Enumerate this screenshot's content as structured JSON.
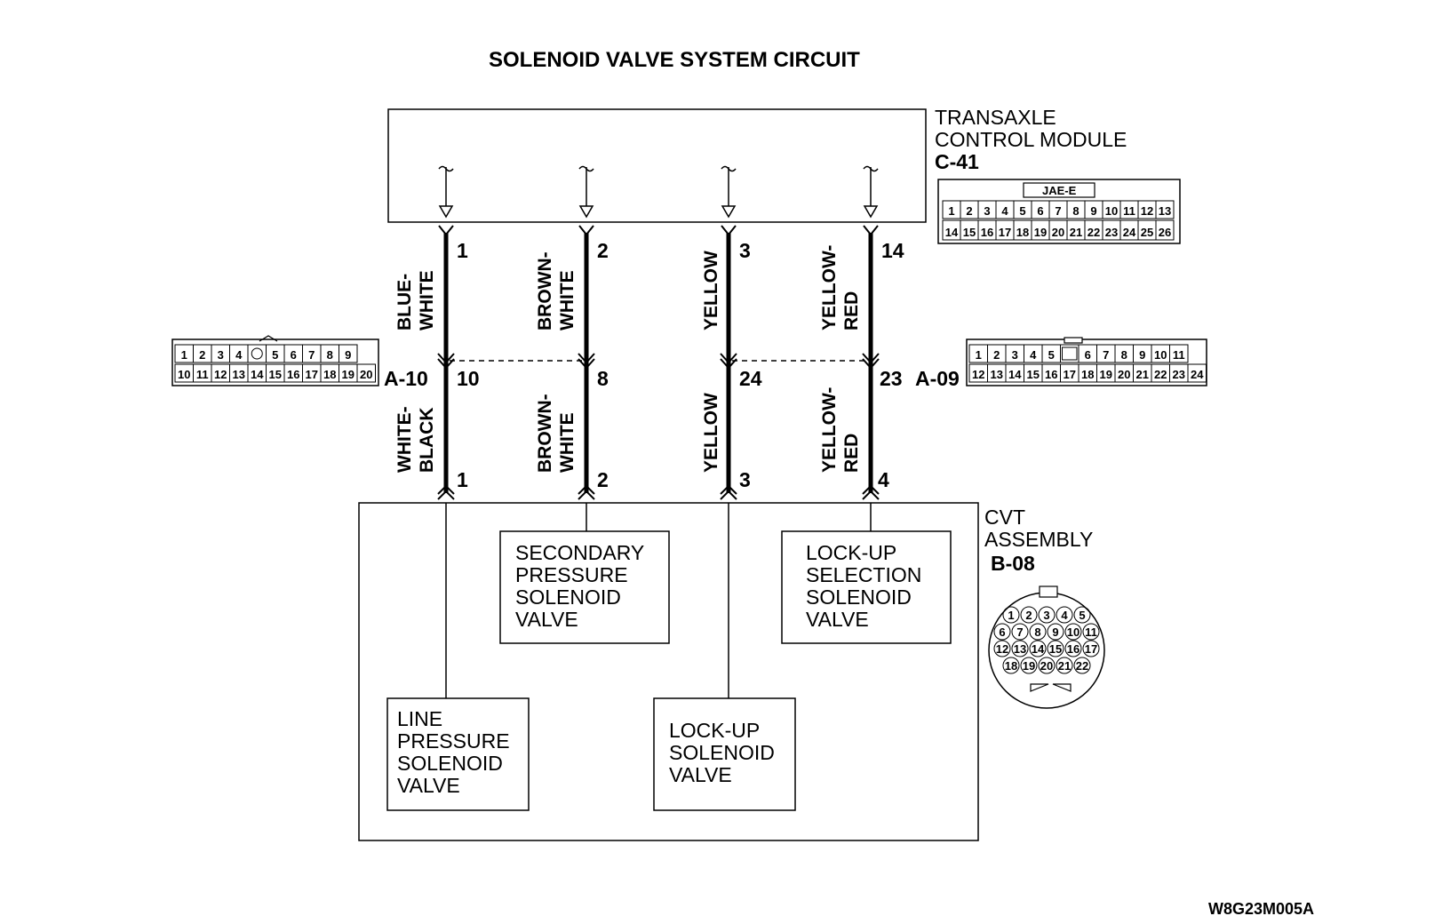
{
  "title": "SOLENOID VALVE SYSTEM CIRCUIT",
  "tcm": {
    "name_line1": "TRANSAXLE",
    "name_line2": "CONTROL MODULE",
    "connector": "C-41",
    "connector_type": "JAE-E",
    "pins_top": [
      "1",
      "2",
      "3",
      "4",
      "5",
      "6",
      "7",
      "8",
      "9",
      "10",
      "11",
      "12",
      "13"
    ],
    "pins_bottom": [
      "14",
      "15",
      "16",
      "17",
      "18",
      "19",
      "20",
      "21",
      "22",
      "23",
      "24",
      "25",
      "26"
    ]
  },
  "connector_a10": {
    "name": "A-10",
    "pins_top": [
      "1",
      "2",
      "3",
      "4",
      "",
      "5",
      "6",
      "7",
      "8",
      "9"
    ],
    "pins_bottom": [
      "10",
      "11",
      "12",
      "13",
      "14",
      "15",
      "16",
      "17",
      "18",
      "19",
      "20"
    ]
  },
  "connector_a09": {
    "name": "A-09",
    "pins_top": [
      "1",
      "2",
      "3",
      "4",
      "5",
      "",
      "6",
      "7",
      "8",
      "9",
      "10",
      "11"
    ],
    "pins_bottom": [
      "12",
      "13",
      "14",
      "15",
      "16",
      "17",
      "18",
      "19",
      "20",
      "21",
      "22",
      "23",
      "24"
    ]
  },
  "circuits": [
    {
      "tcm_pin": "1",
      "upper_color_l1": "BLUE-",
      "upper_color_l2": "WHITE",
      "junction_pin": "10",
      "lower_color_l1": "WHITE-",
      "lower_color_l2": "BLACK",
      "cvt_pin": "1"
    },
    {
      "tcm_pin": "2",
      "upper_color_l1": "BROWN-",
      "upper_color_l2": "WHITE",
      "junction_pin": "8",
      "lower_color_l1": "BROWN-",
      "lower_color_l2": "WHITE",
      "cvt_pin": "2"
    },
    {
      "tcm_pin": "3",
      "upper_color_l1": "YELLOW",
      "upper_color_l2": "",
      "junction_pin": "24",
      "lower_color_l1": "YELLOW",
      "lower_color_l2": "",
      "cvt_pin": "3"
    },
    {
      "tcm_pin": "14",
      "upper_color_l1": "YELLOW-",
      "upper_color_l2": "RED",
      "junction_pin": "23",
      "lower_color_l1": "YELLOW-",
      "lower_color_l2": "RED",
      "cvt_pin": "4"
    }
  ],
  "cvt": {
    "name_line1": "CVT",
    "name_line2": "ASSEMBLY",
    "connector": "B-08",
    "pins_row1": [
      "1",
      "2",
      "3",
      "4",
      "5"
    ],
    "pins_row2": [
      "6",
      "7",
      "8",
      "9",
      "10",
      "11"
    ],
    "pins_row3": [
      "12",
      "13",
      "14",
      "15",
      "16",
      "17"
    ],
    "pins_row4": [
      "18",
      "19",
      "20",
      "21",
      "22"
    ]
  },
  "valves": {
    "secondary": [
      "SECONDARY",
      "PRESSURE",
      "SOLENOID",
      "VALVE"
    ],
    "lockup_selection": [
      "LOCK-UP",
      "SELECTION",
      "SOLENOID",
      "VALVE"
    ],
    "line_pressure": [
      "LINE",
      "PRESSURE",
      "SOLENOID",
      "VALVE"
    ],
    "lockup": [
      "LOCK-UP",
      "SOLENOID",
      "VALVE"
    ]
  },
  "figure_code": "W8G23M005A"
}
